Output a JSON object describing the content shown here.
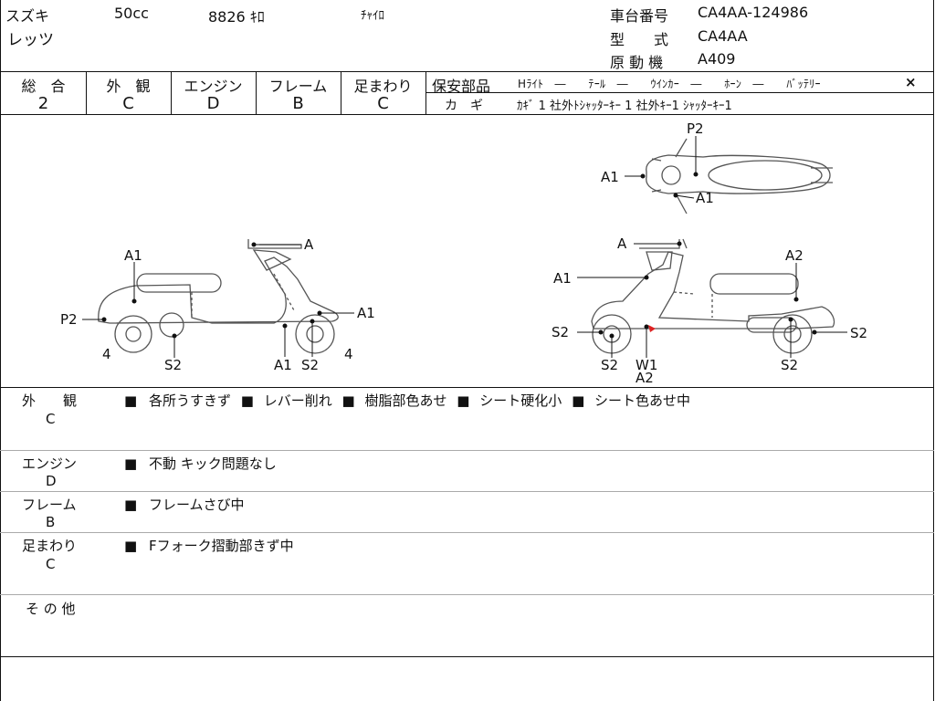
{
  "header": {
    "maker": "スズキ",
    "displacement": "50cc",
    "mileage": "8826 ｷﾛ",
    "color": "ﾁｬｲﾛ",
    "model_name": "レッツ",
    "frame_label": "車台番号",
    "frame_value": "CA4AA-124986",
    "type_label": "型　　式",
    "type_value": "CA4AA",
    "engine_label": "原 動 機",
    "engine_value": "A409"
  },
  "grades": [
    {
      "label": "総　合",
      "value": "2"
    },
    {
      "label": "外　観",
      "value": "C"
    },
    {
      "label": "エンジン",
      "value": "D"
    },
    {
      "label": "フレーム",
      "value": "B"
    },
    {
      "label": "足まわり",
      "value": "C"
    }
  ],
  "safety": {
    "label": "保安部品",
    "items": "Hﾗｲﾄ　―　　ﾃｰﾙ　―　　ｳｲﾝｶｰ　―　　ﾎｰﾝ　―　　ﾊﾞｯﾃﾘｰ",
    "battery_mark": "×",
    "key_label": "カ　ギ",
    "key_items": "ｶｷﾞ 1  社外ﾄｼｬｯﾀｰｷｰ 1  社外ｷｰ1  ｼｬｯﾀｰｷｰ1"
  },
  "diagram": {
    "left_labels": [
      "A1",
      "P2",
      "4",
      "S2",
      "A",
      "A1",
      "A1",
      "S2",
      "4"
    ],
    "top_labels": [
      "P2",
      "A1",
      "A1"
    ],
    "right_labels": [
      "A",
      "A2",
      "A1",
      "S2",
      "S2",
      "W1",
      "A2",
      "S2",
      "S2"
    ]
  },
  "sections": [
    {
      "title": "外　　観",
      "grade": "C",
      "bullet": "■",
      "notes": [
        "各所うすきず",
        "レバー削れ",
        "樹脂部色あせ",
        "シート硬化小",
        "シート色あせ中"
      ]
    },
    {
      "title": "エンジン",
      "grade": "D",
      "bullet": "■",
      "notes": [
        "不動  キック問題なし"
      ]
    },
    {
      "title": "フレーム",
      "grade": "B",
      "bullet": "■",
      "notes": [
        "フレームさび中"
      ]
    },
    {
      "title": "足まわり",
      "grade": "C",
      "bullet": "■",
      "notes": [
        "Fフォーク摺動部きず中"
      ]
    },
    {
      "title": "そ の 他",
      "grade": "",
      "bullet": "",
      "notes": []
    }
  ]
}
